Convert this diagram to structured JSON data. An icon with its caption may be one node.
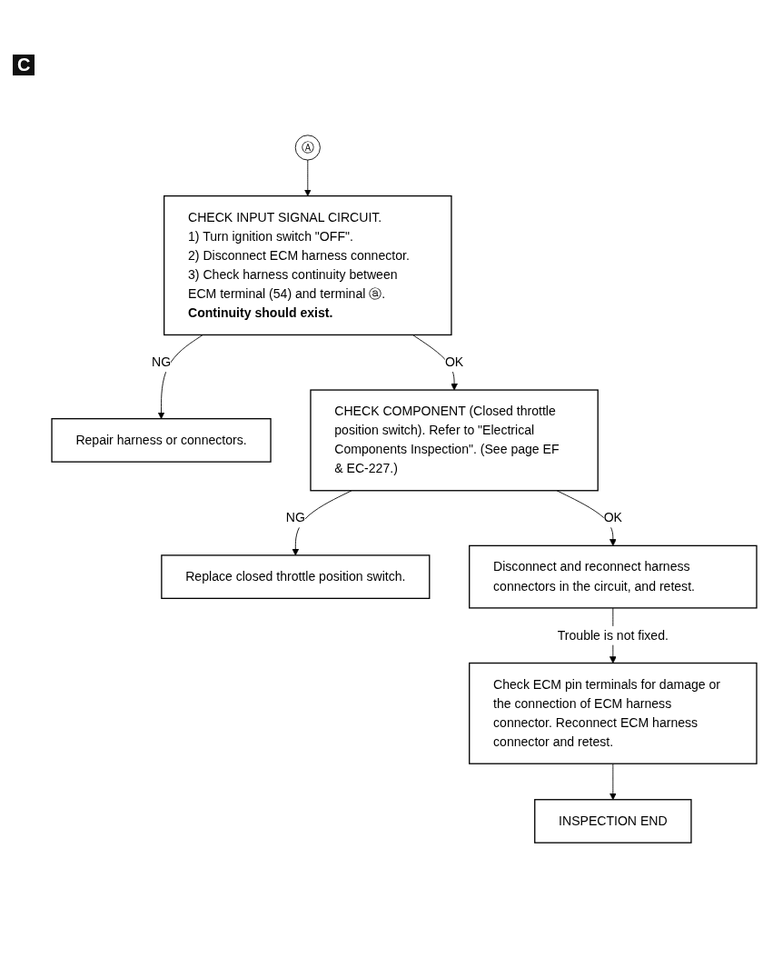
{
  "diagram": {
    "nodes": [
      {
        "text": [
          "Ⓐ"
        ]
      },
      {
        "text": [
          "CHECK INPUT SIGNAL CIRCUIT.",
          "1) Turn ignition switch \"OFF\".",
          "2) Disconnect ECM harness connector.",
          "3) Check harness continuity between ECM terminal (54) and terminal ⓐ.",
          "Continuity should exist."
        ]
      },
      {
        "text": [
          "Repair harness or connectors."
        ]
      },
      {
        "text": [
          "CHECK COMPONENT (Closed throttle position switch). Refer to \"Electrical Components Inspection\". (See page EF & EC-227.)"
        ]
      },
      {
        "text": [
          "Replace closed throttle position switch."
        ]
      },
      {
        "text": [
          "Disconnect and reconnect harness connectors in the circuit, and retest."
        ]
      },
      {
        "text": [
          "Check ECM pin terminals for damage or the connection of ECM harness connector. Reconnect ECM harness connector and retest."
        ]
      },
      {
        "text": [
          "INSPECTION END"
        ]
      }
    ],
    "edges": [
      {
        "from": 0,
        "to": 1,
        "arrow": "to"
      },
      {
        "from": 1,
        "to": 2,
        "label": "NG",
        "arrow": "to"
      },
      {
        "from": 1,
        "to": 3,
        "label": "OK",
        "arrow": "to"
      },
      {
        "from": 3,
        "to": 4,
        "label": "NG",
        "arrow": "to"
      },
      {
        "from": 3,
        "to": 5,
        "label": "OK",
        "arrow": "to"
      },
      {
        "from": 5,
        "to": 6,
        "label": "Trouble is not fixed.",
        "arrow": "to"
      },
      {
        "from": 6,
        "to": 7,
        "arrow": "to"
      }
    ],
    "labels": [
      "C"
    ]
  }
}
